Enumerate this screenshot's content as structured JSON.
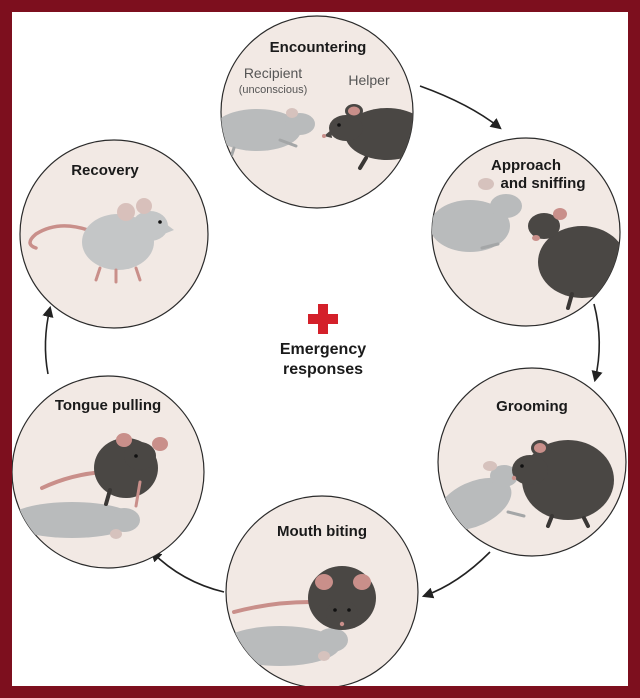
{
  "colors": {
    "frame": "#7d0f1e",
    "panel": "#f2e9e4",
    "panel_stroke": "#2b2b2b",
    "helper_mouse": "#4a4744",
    "recipient_mouse": "#b9bbbc",
    "recovery_mouse": "#c4c6c7",
    "ear_pink": "#c98f8a",
    "tail_pink": "#c98f8a",
    "cross": "#d4202a",
    "arrow": "#222222"
  },
  "center": {
    "icon": "red-cross-icon",
    "line1": "Emergency",
    "line2": "responses"
  },
  "stages": {
    "encountering": {
      "title": "Encountering",
      "recipient_label": "Recipient",
      "recipient_note": "(unconscious)",
      "helper_label": "Helper"
    },
    "approach": {
      "title_line1": "Approach",
      "title_line2": "and sniffing"
    },
    "grooming": {
      "title": "Grooming"
    },
    "mouth_biting": {
      "title": "Mouth biting"
    },
    "tongue_pulling": {
      "title": "Tongue pulling"
    },
    "recovery": {
      "title": "Recovery"
    }
  }
}
